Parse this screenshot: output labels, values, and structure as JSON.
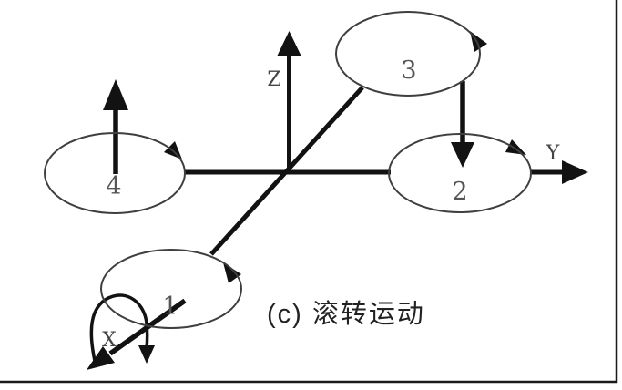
{
  "figure": {
    "caption": "(c) 滚转运动",
    "axis_labels": {
      "x": "X",
      "y": "Y",
      "z": "Z"
    },
    "rotor_labels": {
      "rotor1": "1",
      "rotor2": "2",
      "rotor3": "3",
      "rotor4": "4"
    }
  },
  "colors": {
    "background": "#ffffff",
    "line": "#121212",
    "ellipse_stroke": "#3f3f3f",
    "rotor_label_text": "#555555",
    "axis_label_text": "#444444",
    "caption_text": "#222222",
    "border": "#1a1a1a"
  }
}
